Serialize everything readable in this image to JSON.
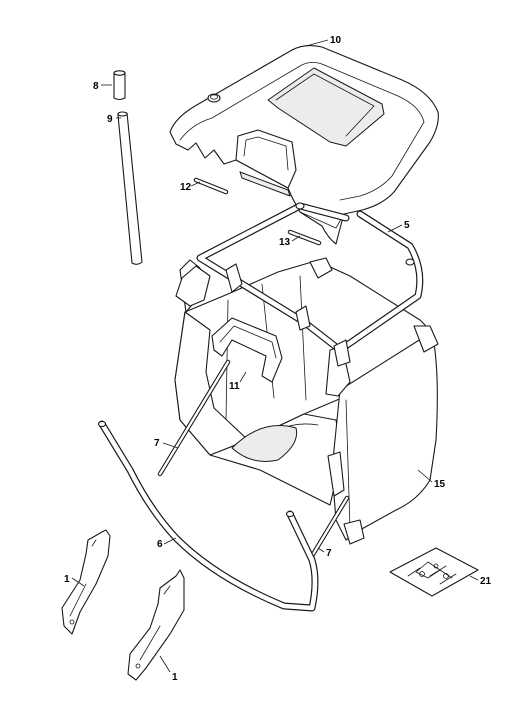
{
  "callouts": [
    {
      "id": "c10",
      "text": "10"
    },
    {
      "id": "c8",
      "text": "8"
    },
    {
      "id": "c9",
      "text": "9"
    },
    {
      "id": "c12",
      "text": "12"
    },
    {
      "id": "c13",
      "text": "13"
    },
    {
      "id": "c5",
      "text": "5"
    },
    {
      "id": "c11",
      "text": "11"
    },
    {
      "id": "c7a",
      "text": "7"
    },
    {
      "id": "c15",
      "text": "15"
    },
    {
      "id": "c6",
      "text": "6"
    },
    {
      "id": "c7b",
      "text": "7"
    },
    {
      "id": "c21",
      "text": "21"
    },
    {
      "id": "c1a",
      "text": "1"
    },
    {
      "id": "c1b",
      "text": "1"
    }
  ]
}
